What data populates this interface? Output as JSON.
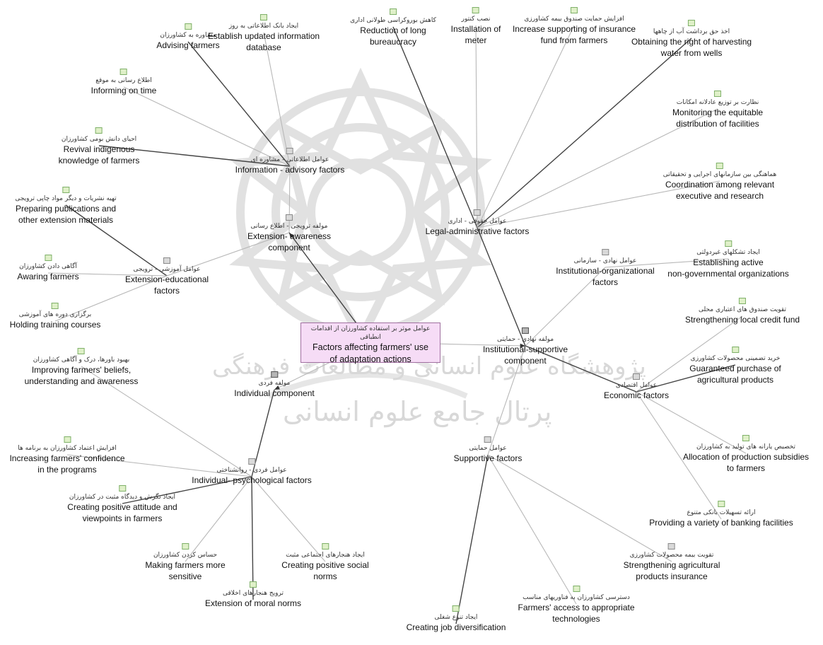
{
  "root": {
    "fa": "عوامل موثر بر استفاده کشاورزان از اقدامات انطباقی",
    "en_lines": [
      "Factors affecting farmers' use",
      "of adaptation actions"
    ]
  },
  "watermark": {
    "line1": "پژوهشگاه علوم انسانی و مطالعات فرهنگی",
    "line2": "پرتال جامع علوم انسانی"
  },
  "nodes": {
    "advising": {
      "fa": "مشاوره به کشاورزان",
      "en_lines": [
        "Advising farmers"
      ]
    },
    "establish_db": {
      "fa": "ایجاد بانک اطلاعاتی به روز",
      "en_lines": [
        "Establish updated information",
        "database"
      ]
    },
    "reduction_bureau": {
      "fa": "کاهش بوروکراسی طولانی اداری",
      "en_lines": [
        "Reduction of long",
        "bureaucracy"
      ]
    },
    "installation_meter": {
      "fa": "نصب کنتور",
      "en_lines": [
        "Installation of",
        "meter"
      ]
    },
    "insurance_fund": {
      "fa": "افزایش حمایت صندوق بیمه کشاورزی",
      "en_lines": [
        "Increase supporting of insurance",
        "fund from farmers"
      ]
    },
    "harvesting_water": {
      "fa": "اخذ حق برداشت آب از چاهها",
      "en_lines": [
        "Obtaining the right of harvesting",
        "water from wells"
      ]
    },
    "informing_time": {
      "fa": "اطلاع رسانی به موقع",
      "en_lines": [
        "Informing on time"
      ]
    },
    "monitoring": {
      "fa": "نظارت بر توزیع عادلانه امکانات",
      "en_lines": [
        "Monitoring the equitable",
        "distribution of facilities"
      ]
    },
    "revival": {
      "fa": "احیای دانش بومی کشاورزان",
      "en_lines": [
        "Revival indigenous",
        "knowledge of farmers"
      ]
    },
    "info_advisory": {
      "fa": "عوامل اطلاعاتی - مشاوره ای",
      "en_lines": [
        "Information - advisory factors"
      ]
    },
    "coordination": {
      "fa": "هماهنگی بین سازمانهای اجرایی و تحقیقاتی",
      "en_lines": [
        "Coordination among relevant",
        "executive and research"
      ]
    },
    "preparing_pub": {
      "fa": "تهیه نشریات و دیگر مواد چاپی ترویجی",
      "en_lines": [
        "Preparing publications and",
        "other extension materials"
      ]
    },
    "ext_awareness": {
      "fa": "مولفه ترویجی - اطلاع رسانی",
      "en_lines": [
        "Extension- awareness",
        "component"
      ]
    },
    "legal_admin": {
      "fa": "عوامل حقوقی - اداری",
      "en_lines": [
        "Legal-administrative factors"
      ]
    },
    "establishing_ngo": {
      "fa": "ایجاد تشکلهای غیردولتی",
      "en_lines": [
        "Establishing active",
        "non-governmental organizations"
      ]
    },
    "institutional_org": {
      "fa": "عوامل نهادی - سازمانی",
      "en_lines": [
        "Institutional-organizational",
        "factors"
      ]
    },
    "awaring": {
      "fa": "آگاهی دادن کشاورزان",
      "en_lines": [
        "Awaring farmers"
      ]
    },
    "ext_educational": {
      "fa": "عوامل آموزشی - ترویجی",
      "en_lines": [
        "Extension-educational",
        "factors"
      ]
    },
    "training": {
      "fa": "برگزاری دوره های آموزشی",
      "en_lines": [
        "Holding training courses"
      ]
    },
    "credit_fund": {
      "fa": "تقویت صندوق های اعتباری محلی",
      "en_lines": [
        "Strengthening local credit fund"
      ]
    },
    "institutional_support": {
      "fa": "مولفه نهادی - حمایتی",
      "en_lines": [
        "Institutional-supportive",
        "component"
      ]
    },
    "beliefs": {
      "fa": "بهبود باورها، درک و آگاهی کشاورزان",
      "en_lines": [
        "Improving farmers' beliefs,",
        "understanding and awareness"
      ]
    },
    "guaranteed": {
      "fa": "خرید تضمینی محصولات کشاورزی",
      "en_lines": [
        "Guaranteed purchase of",
        "agricultural products"
      ]
    },
    "individual": {
      "fa": "مولفه فردی",
      "en_lines": [
        "Individual component"
      ]
    },
    "economic": {
      "fa": "عوامل اقتصادی",
      "en_lines": [
        "Economic factors"
      ]
    },
    "supportive": {
      "fa": "عوامل حمایتی",
      "en_lines": [
        "Supportive factors"
      ]
    },
    "confidence": {
      "fa": "افزایش اعتماد کشاورزان به برنامه ها",
      "en_lines": [
        "Increasing farmers' confidence",
        "in the programs"
      ]
    },
    "subsidies": {
      "fa": "تخصیص یارانه های تولید به کشاورزان",
      "en_lines": [
        "Allocation of production subsidies",
        "to farmers"
      ]
    },
    "individual_psych": {
      "fa": "عوامل فردی - روانشناختی",
      "en_lines": [
        "Individual- psychological factors"
      ]
    },
    "banking": {
      "fa": "ارائه تسهیلات بانکی متنوع",
      "en_lines": [
        "Providing a variety of banking facilities"
      ]
    },
    "positive_attitude": {
      "fa": "ایجاد نگرش و دیدگاه مثبت در کشاورزان",
      "en_lines": [
        "Creating positive attitude and",
        "viewpoints in farmers"
      ]
    },
    "sensitive": {
      "fa": "حساس کردن کشاورزان",
      "en_lines": [
        "Making farmers more",
        "sensitive"
      ]
    },
    "social_norms": {
      "fa": "ایجاد هنجارهای اجتماعی مثبت",
      "en_lines": [
        "Creating positive social",
        "norms"
      ]
    },
    "products_insurance": {
      "fa": "تقویت بیمه محصولات کشاورزی",
      "en_lines": [
        "Strengthening agricultural",
        "products insurance"
      ]
    },
    "moral_norms": {
      "fa": "ترویج هنجارهای اخلاقی",
      "en_lines": [
        "Extension of moral norms"
      ]
    },
    "job_diversification": {
      "fa": "ایجاد تنوع شغلی",
      "en_lines": [
        "Creating job diversification"
      ]
    },
    "access_tech": {
      "fa": "دسترسی کشاورزان به فناوریهای مناسب",
      "en_lines": [
        "Farmers' access to appropriate",
        "technologies"
      ]
    }
  },
  "edges": [
    [
      "advising",
      "info_advisory"
    ],
    [
      "establish_db",
      "info_advisory"
    ],
    [
      "informing_time",
      "info_advisory"
    ],
    [
      "revival",
      "info_advisory"
    ],
    [
      "info_advisory",
      "ext_awareness"
    ],
    [
      "ext_educational",
      "ext_awareness"
    ],
    [
      "preparing_pub",
      "ext_educational"
    ],
    [
      "awaring",
      "ext_educational"
    ],
    [
      "training",
      "ext_educational"
    ],
    [
      "root",
      "ext_awareness"
    ],
    [
      "root",
      "individual"
    ],
    [
      "root",
      "institutional_support"
    ],
    [
      "reduction_bureau",
      "legal_admin"
    ],
    [
      "installation_meter",
      "legal_admin"
    ],
    [
      "insurance_fund",
      "legal_admin"
    ],
    [
      "harvesting_water",
      "legal_admin"
    ],
    [
      "monitoring",
      "legal_admin"
    ],
    [
      "coordination",
      "legal_admin"
    ],
    [
      "legal_admin",
      "institutional_support"
    ],
    [
      "institutional_org",
      "institutional_support"
    ],
    [
      "establishing_ngo",
      "institutional_org"
    ],
    [
      "economic",
      "institutional_support"
    ],
    [
      "supportive",
      "institutional_support"
    ],
    [
      "credit_fund",
      "economic"
    ],
    [
      "guaranteed",
      "economic"
    ],
    [
      "subsidies",
      "economic"
    ],
    [
      "banking",
      "economic"
    ],
    [
      "job_diversification",
      "supportive"
    ],
    [
      "access_tech",
      "supportive"
    ],
    [
      "products_insurance",
      "supportive"
    ],
    [
      "individual",
      "individual_psych"
    ],
    [
      "beliefs",
      "individual_psych"
    ],
    [
      "confidence",
      "individual_psych"
    ],
    [
      "positive_attitude",
      "individual_psych"
    ],
    [
      "sensitive",
      "individual_psych"
    ],
    [
      "social_norms",
      "individual_psych"
    ],
    [
      "moral_norms",
      "individual_psych"
    ]
  ]
}
